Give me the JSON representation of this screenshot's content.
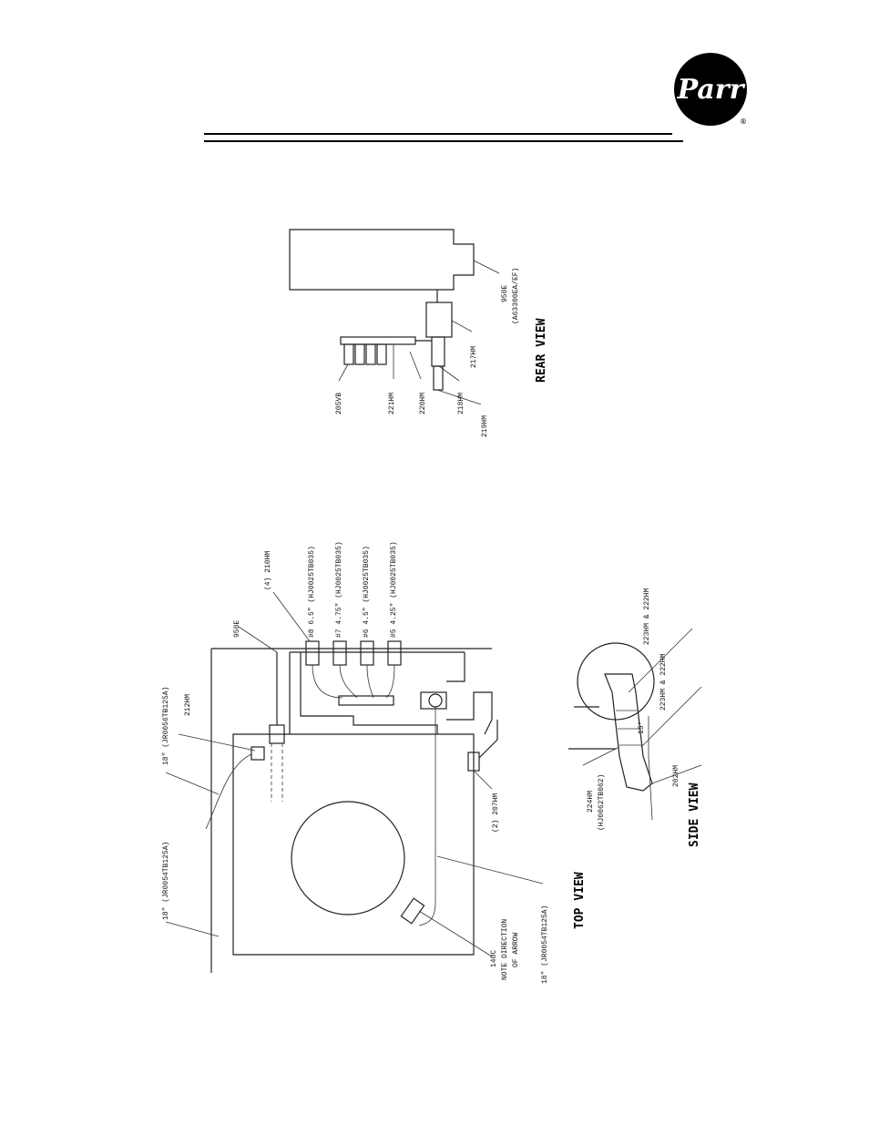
{
  "logo": {
    "text": "Parr",
    "registered": "®"
  },
  "rear_view": {
    "title": "REAR VIEW",
    "labels": {
      "l205vb": "205VB",
      "l221hm": "221HM",
      "l220hm": "220HM",
      "l218hm": "218HM",
      "l219hm": "219HM",
      "l217hm": "217HM",
      "l950e": "950E",
      "la": "(A63300EA/EF)"
    }
  },
  "top_view": {
    "title": "TOP VIEW",
    "labels": {
      "t18a": "18\" (JR0056TB125A)",
      "t18b": "18\" (JR0054TB125A)",
      "t18c": "18\" (JR0054TB125A)",
      "t212": "212HM",
      "t950": "950E",
      "t4": "(4) 210HM",
      "t8": "#8 6.5\" (HJ0025TB035)",
      "t7": "#7 4.75\" (HJ0025TB035)",
      "t6": "#6 4.5\" (HJ0025TB035)",
      "t5": "#5 4.25\" (HJ0025TB035)",
      "t207": "(2) 207HM",
      "t140": "140C",
      "tnote1": "NOTE DIRECTION",
      "tnote2": "OF ARROW"
    }
  },
  "side_view": {
    "title": "SIDE VIEW",
    "labels": {
      "s223a": "223HM & 222HM",
      "s223b": "223HM & 222HM",
      "s15": "15°",
      "s202": "202HM",
      "s224": "224HM",
      "s224b": "(HJ0062TB062)"
    }
  }
}
